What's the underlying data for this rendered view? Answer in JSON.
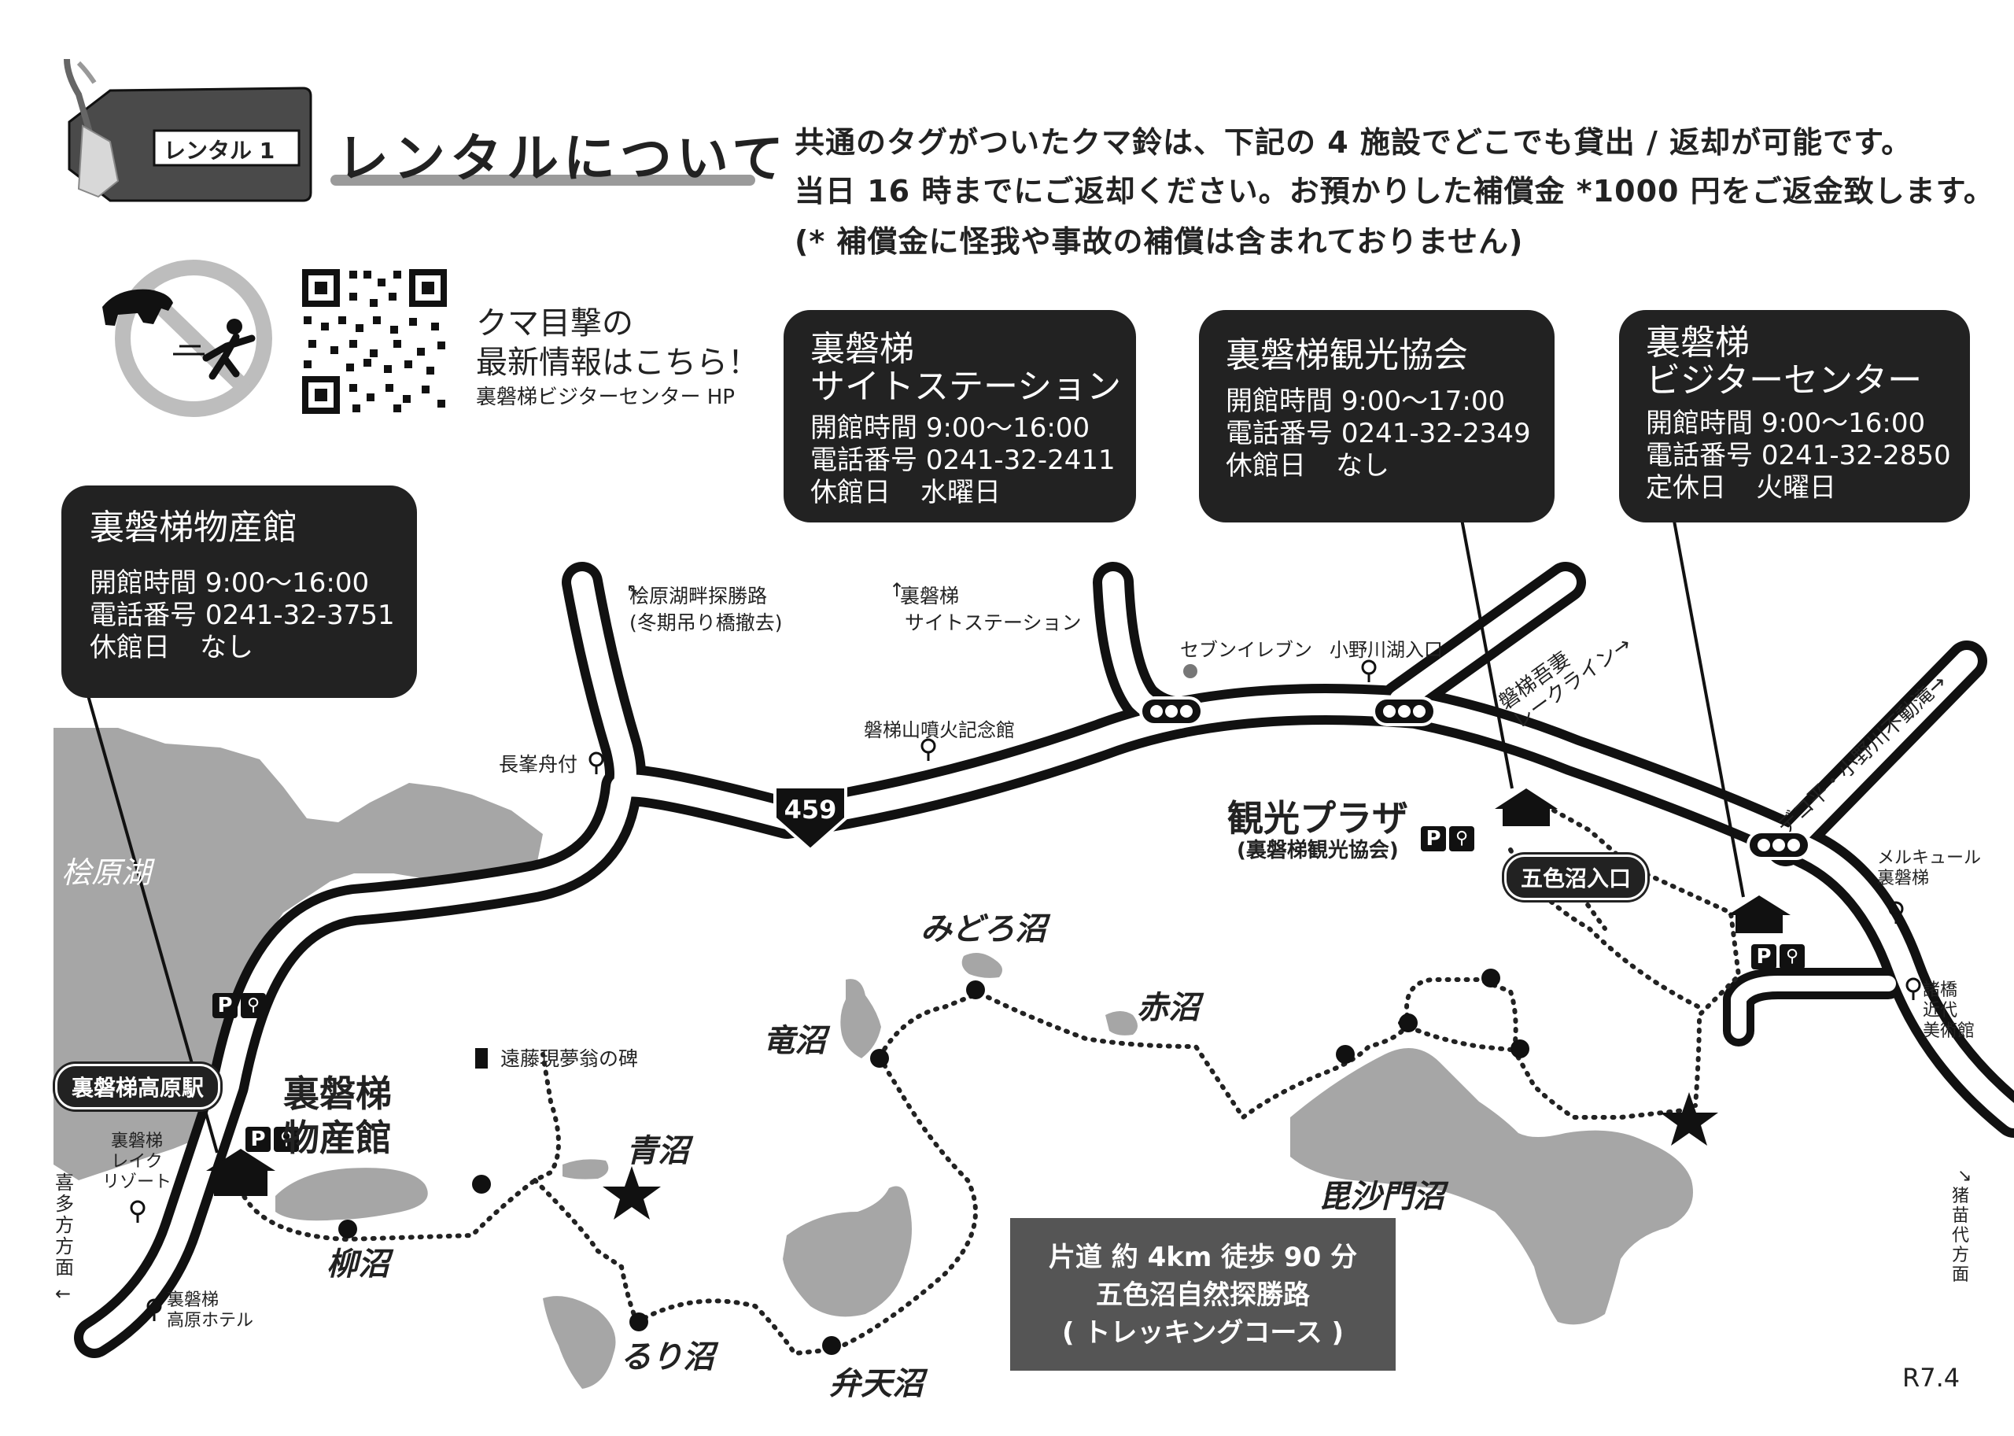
{
  "rental": {
    "tag_label": "レンタル 1",
    "title": "レンタルについて"
  },
  "intro": {
    "line1": "共通のタグがついたクマ鈴は、下記の 4 施設でどこでも貸出 / 返却が可能です。",
    "line2": "当日 16 時までにご返却ください。お預かりした補償金 *1000 円をご返金致します。",
    "line3": "(* 補償金に怪我や事故の補償は含まれておりません)"
  },
  "bear_info": {
    "line1": "クマ目撃の",
    "line2": "最新情報はこちら！",
    "line3": "裏磐梯ビジターセンター HP"
  },
  "facilities": [
    {
      "name": "裏磐梯物産館",
      "hours_label": "開館時間",
      "hours": "9:00〜16:00",
      "phone_label": "電話番号",
      "phone": "0241-32-3751",
      "closed_label": "休館日",
      "closed": "なし"
    },
    {
      "name": "裏磐梯\nサイトステーション",
      "hours_label": "開館時間",
      "hours": "9:00〜16:00",
      "phone_label": "電話番号",
      "phone": "0241-32-2411",
      "closed_label": "休館日",
      "closed": "水曜日"
    },
    {
      "name": "裏磐梯観光協会",
      "hours_label": "開館時間",
      "hours": "9:00〜17:00",
      "phone_label": "電話番号",
      "phone": "0241-32-2349",
      "closed_label": "休館日",
      "closed": "なし"
    },
    {
      "name": "裏磐梯\nビジターセンター",
      "hours_label": "開館時間",
      "hours": "9:00〜16:00",
      "phone_label": "電話番号",
      "phone": "0241-32-2850",
      "closed_label": "定休日",
      "closed": "火曜日"
    }
  ],
  "map": {
    "route_number": "459",
    "lake_name": "桧原湖",
    "labels": {
      "hibara_trail_1": "桧原湖畔探勝路",
      "hibara_trail_2": "(冬期吊り橋撤去)",
      "site_station_1": "裏磐梯",
      "site_station_2": "サイトステーション",
      "seven_eleven": "セブンイレブン",
      "onogawa_entrance": "小野川湖入口",
      "bandai_memorial": "磐梯山噴火記念館",
      "nagamine": "長峯舟付",
      "kanko_plaza": "観光プラザ",
      "kanko_plaza_sub": "(裏磐梯観光協会)",
      "goshikinuma_entrance": "五色沼入口",
      "mercure": "メルキュール\n裏磐梯",
      "morohashi": "諸橋\n近代\n美術館",
      "inawashiro": "猪苗代方面",
      "kitakata": "喜多方方面",
      "lake_resort": "裏磐梯\nレイク\nリゾート",
      "kogen_hotel": "裏磐梯\n高原ホテル",
      "kogen_station": "裏磐梯高原駅",
      "bussankan": "裏磐梯\n物産館",
      "endo_monument": "遠藤現夢翁の碑",
      "lake_line": "磐梯吾妻\nレークライン→",
      "dekodaira": "デコ平・小野川不動滝→"
    },
    "ponds": {
      "yanagi": "柳沼",
      "ao": "青沼",
      "ruri": "るり沼",
      "tatsu": "竜沼",
      "midoro": "みどろ沼",
      "aka": "赤沼",
      "benten": "弁天沼",
      "bishamon": "毘沙門沼"
    },
    "parking": "P"
  },
  "course": {
    "line1": "片道 約 4km 徒歩 90 分",
    "line2": "五色沼自然探勝路",
    "line3": "( トレッキングコース )"
  },
  "version": "R7.4",
  "colors": {
    "ink": "#222222",
    "water": "#a6a6a6",
    "card_bg": "#222222",
    "course_bg": "#555555"
  }
}
